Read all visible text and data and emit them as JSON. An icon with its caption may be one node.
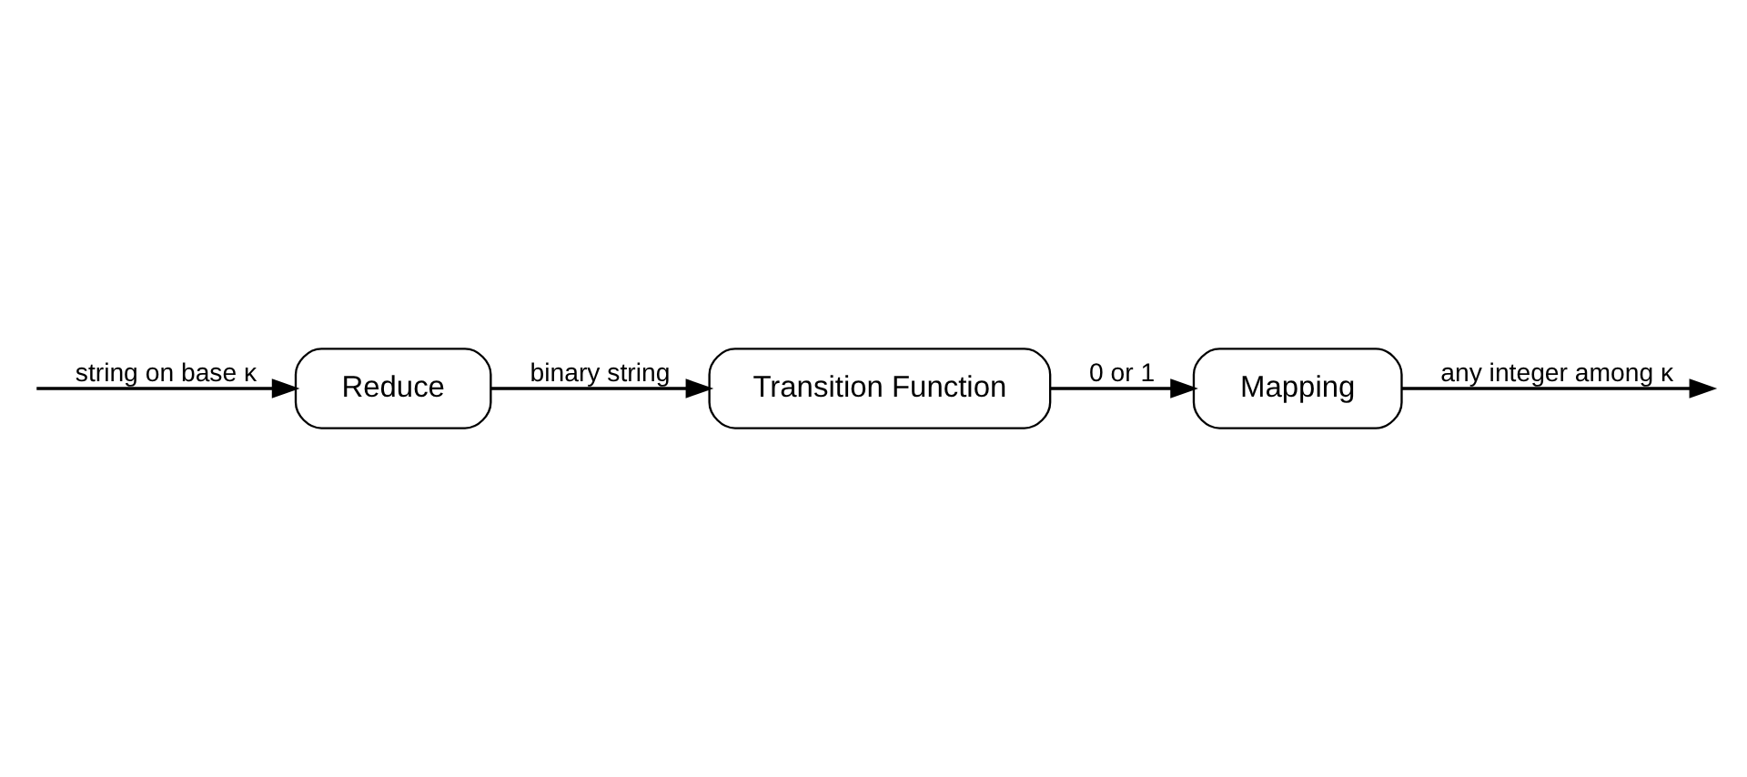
{
  "diagram": {
    "nodes": [
      {
        "text": [
          "Reduce"
        ]
      },
      {
        "text": [
          "Transition Function"
        ]
      },
      {
        "text": [
          "Mapping"
        ]
      }
    ],
    "edges": [
      {
        "from": null,
        "to": 0,
        "arrow": "to",
        "label": "string on base κ"
      },
      {
        "from": 0,
        "to": 1,
        "arrow": "to",
        "label": "binary string"
      },
      {
        "from": 1,
        "to": 2,
        "arrow": "to",
        "label": "0 or 1"
      },
      {
        "from": 2,
        "to": null,
        "arrow": "to",
        "label": "any integer among κ"
      }
    ]
  }
}
